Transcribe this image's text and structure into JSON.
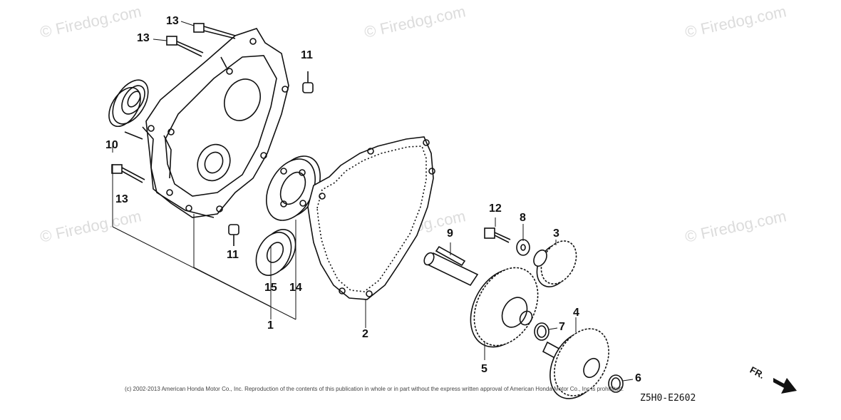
{
  "watermark": {
    "text": "© Firedog.com"
  },
  "callouts": {
    "c1": "1",
    "c2": "2",
    "c3": "3",
    "c4": "4",
    "c5": "5",
    "c6": "6",
    "c7": "7",
    "c8": "8",
    "c9": "9",
    "c10": "10",
    "c11a": "11",
    "c11b": "11",
    "c12": "12",
    "c13a": "13",
    "c13b": "13",
    "c13c": "13",
    "c14": "14",
    "c15": "15"
  },
  "copyright": "(c) 2002-2013 American Honda Motor Co., Inc. Reproduction of the contents of this publication in whole or in part without the express written approval of American Honda Motor Co., Inc is prohibited.",
  "diagram_code": "Z5H0-E2602",
  "front_marker": {
    "label": "FR.",
    "icon": "front-arrow-icon"
  }
}
